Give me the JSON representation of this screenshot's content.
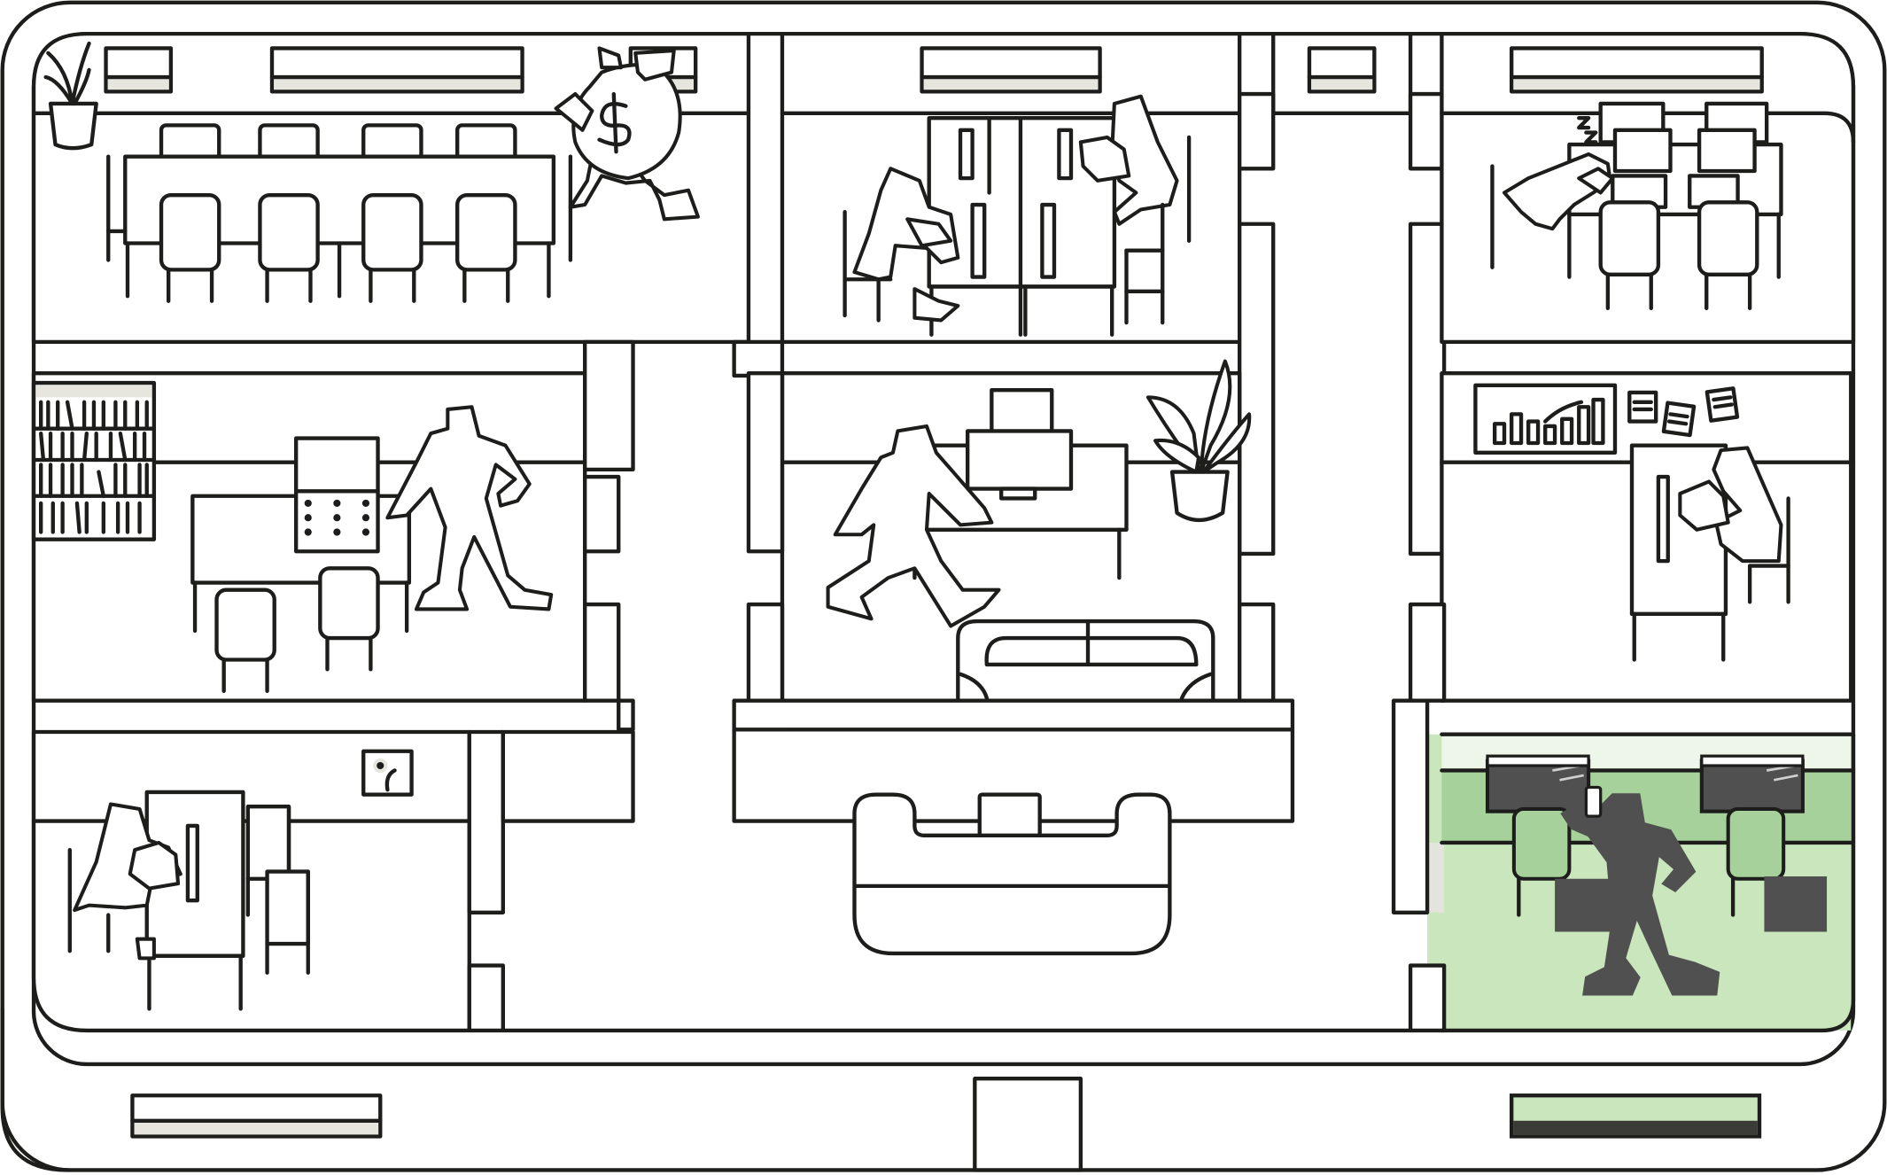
{
  "colors": {
    "line": "#1d1d1b",
    "background": "#ffffff",
    "window_sill": "#e6e6df",
    "highlight_room": "#c9e6bd",
    "highlight_wall": "#a7d19b",
    "highlight_light": "#eef6ea",
    "highlight_figure": "#505050",
    "dark_accent": "#3b3b38"
  },
  "rooms": [
    {
      "id": "conference-room",
      "activity": "carrying-money-bag",
      "icon": "dollar-sign-icon"
    },
    {
      "id": "cubicle-pair-room",
      "activity": "two-people-at-desks"
    },
    {
      "id": "sleeping-worker-room",
      "activity": "sleeping-at-desk",
      "icon": "sleep-z-icon"
    },
    {
      "id": "library-office",
      "activity": "person-standing-by-desk"
    },
    {
      "id": "lounge-room",
      "activity": "person-walking"
    },
    {
      "id": "stats-office",
      "activity": "person-at-desk",
      "icon": "bar-chart-trend-icon"
    },
    {
      "id": "small-office",
      "activity": "person-at-desk"
    },
    {
      "id": "reception",
      "activity": "empty"
    },
    {
      "id": "active-room",
      "activity": "person-on-phone",
      "highlighted": true
    }
  ]
}
